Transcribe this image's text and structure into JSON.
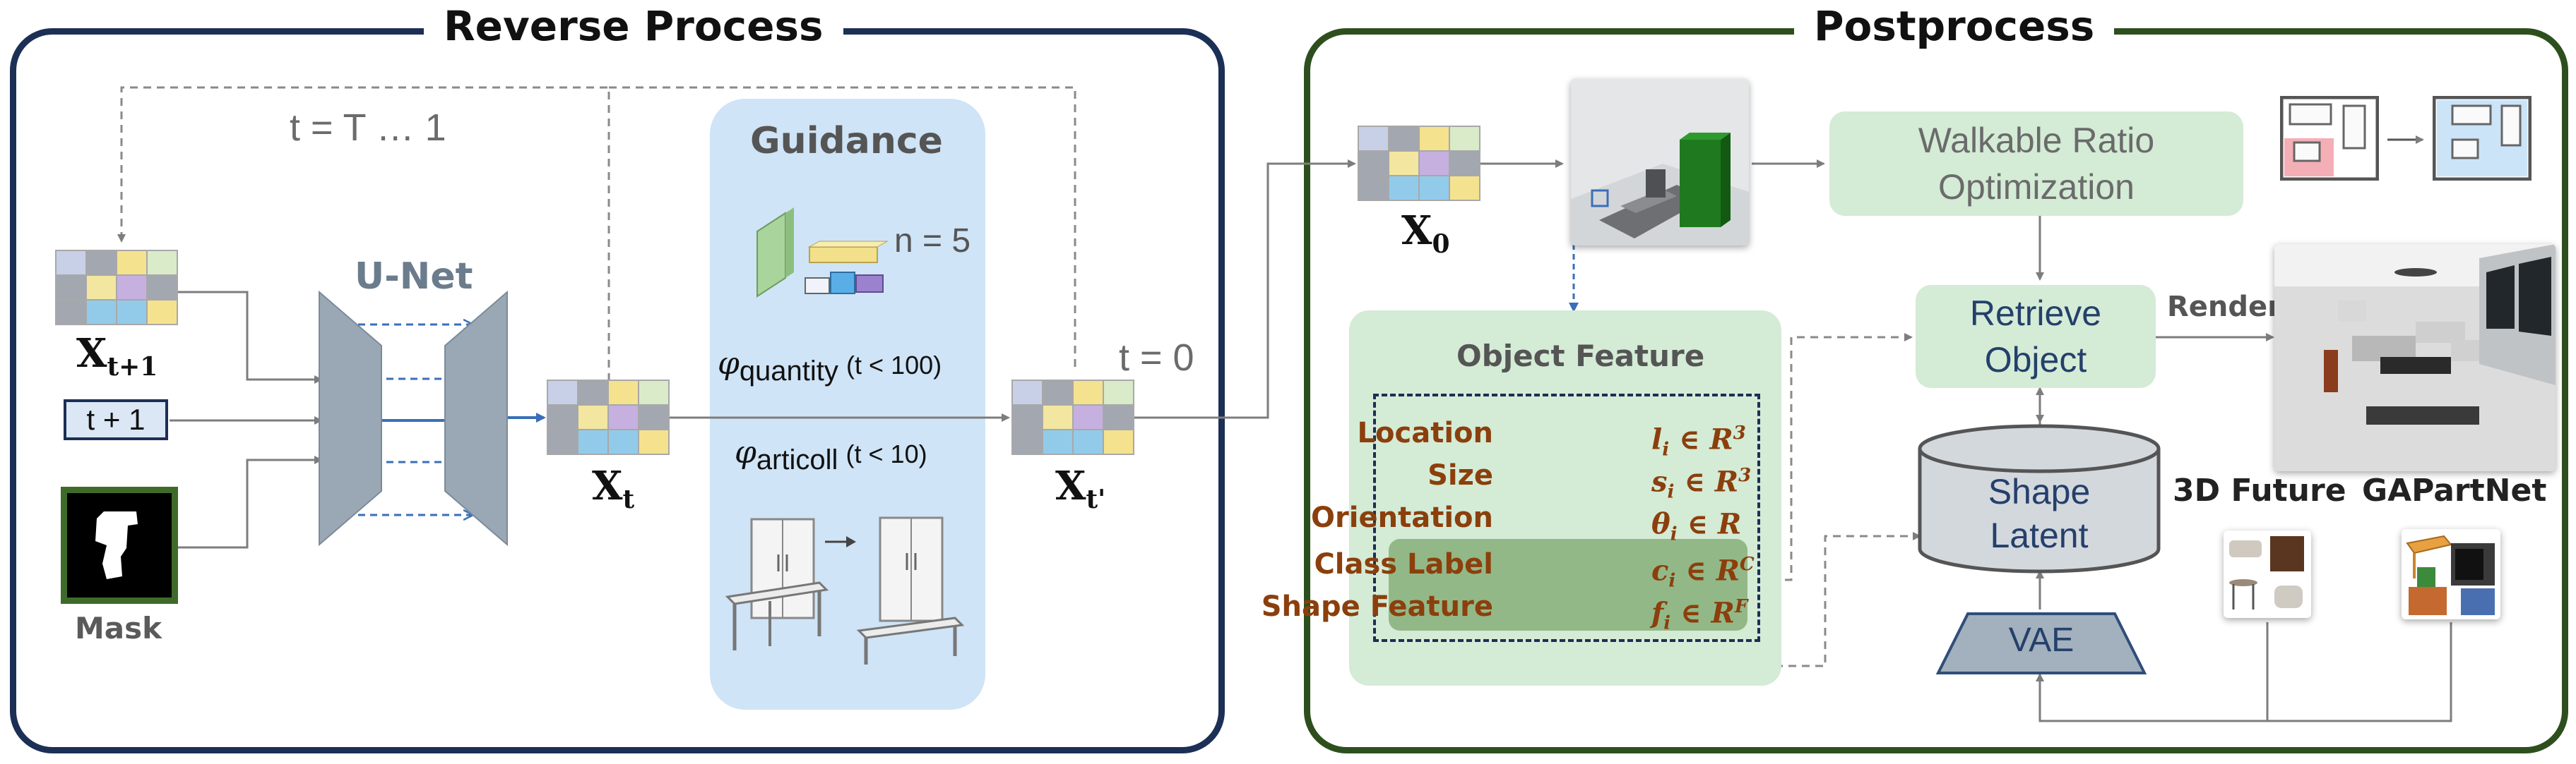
{
  "panels": {
    "reverse_title": "Reverse Process",
    "post_title": "Postprocess"
  },
  "reverse": {
    "loop_label": "t = T … 1",
    "unet_label": "U-Net",
    "x_t1": {
      "main": "X",
      "sub": "t+1"
    },
    "t_plus_1": "t + 1",
    "mask_label": "Mask",
    "x_t": {
      "main": "X",
      "sub": "t"
    },
    "x_tprime": {
      "main": "X",
      "sub": "t'"
    },
    "t_zero": "t = 0"
  },
  "guidance": {
    "title": "Guidance",
    "n_label": "n = 5",
    "quantity": {
      "phi": "φ",
      "sub": "quantity",
      "cond": "(t < 100)"
    },
    "articoll": {
      "phi": "φ",
      "sub": "articoll",
      "cond": "(t < 10)"
    }
  },
  "post": {
    "x0": {
      "main": "X",
      "sub": "0"
    },
    "walkable": "Walkable Ratio Optimization",
    "retrieve": "Retrieve Object",
    "render": "Render",
    "shape_latent": "Shape Latent",
    "vae": "VAE",
    "future": "3D Future",
    "gapartnet": "GAPartNet"
  },
  "object_feature": {
    "title": "Object Feature",
    "rows": [
      {
        "name": "Location",
        "sym": "l",
        "sub": "i",
        "rel": " ∈ R",
        "sup": "3"
      },
      {
        "name": "Size",
        "sym": "s",
        "sub": "i",
        "rel": " ∈ R",
        "sup": "3"
      },
      {
        "name": "Orientation",
        "sym": "θ",
        "sub": "i",
        "rel": " ∈ R",
        "sup": ""
      },
      {
        "name": "Class Label",
        "sym": "c",
        "sub": "i",
        "rel": " ∈ R",
        "sup": "C"
      },
      {
        "name": "Shape Feature",
        "sym": "f",
        "sub": "i",
        "rel": " ∈ R",
        "sup": "F"
      }
    ]
  },
  "colors": {
    "reverse_border": "#1c2f55",
    "post_border": "#2d4f1e",
    "guidance_bg": "#cfe4f6",
    "green_box": "#d4ebd6",
    "feature_text": "#8b3f0c",
    "unet": "#9aa8b5"
  }
}
